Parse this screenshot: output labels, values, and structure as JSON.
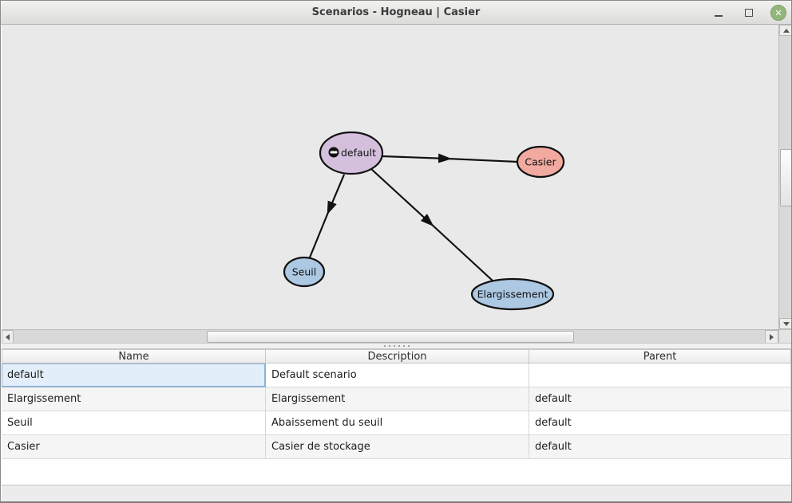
{
  "window": {
    "title": "Scenarios - Hogneau | Casier",
    "close_glyph": "✕"
  },
  "graph": {
    "nodes": [
      {
        "id": "default",
        "label": "default",
        "fill": "#d4bfdc",
        "has_collapse_icon": true
      },
      {
        "id": "casier",
        "label": "Casier",
        "fill": "#f1a9a0",
        "has_collapse_icon": false
      },
      {
        "id": "seuil",
        "label": "Seuil",
        "fill": "#adc8e2",
        "has_collapse_icon": false
      },
      {
        "id": "elargissement",
        "label": "Elargissement",
        "fill": "#adc8e2",
        "has_collapse_icon": false
      }
    ],
    "edges": [
      {
        "from": "default",
        "to": "Casier"
      },
      {
        "from": "default",
        "to": "Seuil"
      },
      {
        "from": "default",
        "to": "Elargissement"
      }
    ]
  },
  "table": {
    "columns": [
      "Name",
      "Description",
      "Parent"
    ],
    "rows": [
      {
        "name": "default",
        "description": "Default scenario",
        "parent": ""
      },
      {
        "name": "Elargissement",
        "description": "Elargissement",
        "parent": "default"
      },
      {
        "name": "Seuil",
        "description": "Abaissement du seuil",
        "parent": "default"
      },
      {
        "name": "Casier",
        "description": "Casier de stockage",
        "parent": "default"
      }
    ],
    "selected_cell": {
      "row": 0,
      "column": "Name"
    }
  },
  "colors": {
    "canvas_bg": "#e9e9e9",
    "node_default": "#d4bfdc",
    "node_casier": "#f1a9a0",
    "node_blue": "#adc8e2",
    "selected_cell_bg": "#e2eef9",
    "selected_cell_border": "#8fb2d5",
    "close_button": "#92b77b"
  }
}
